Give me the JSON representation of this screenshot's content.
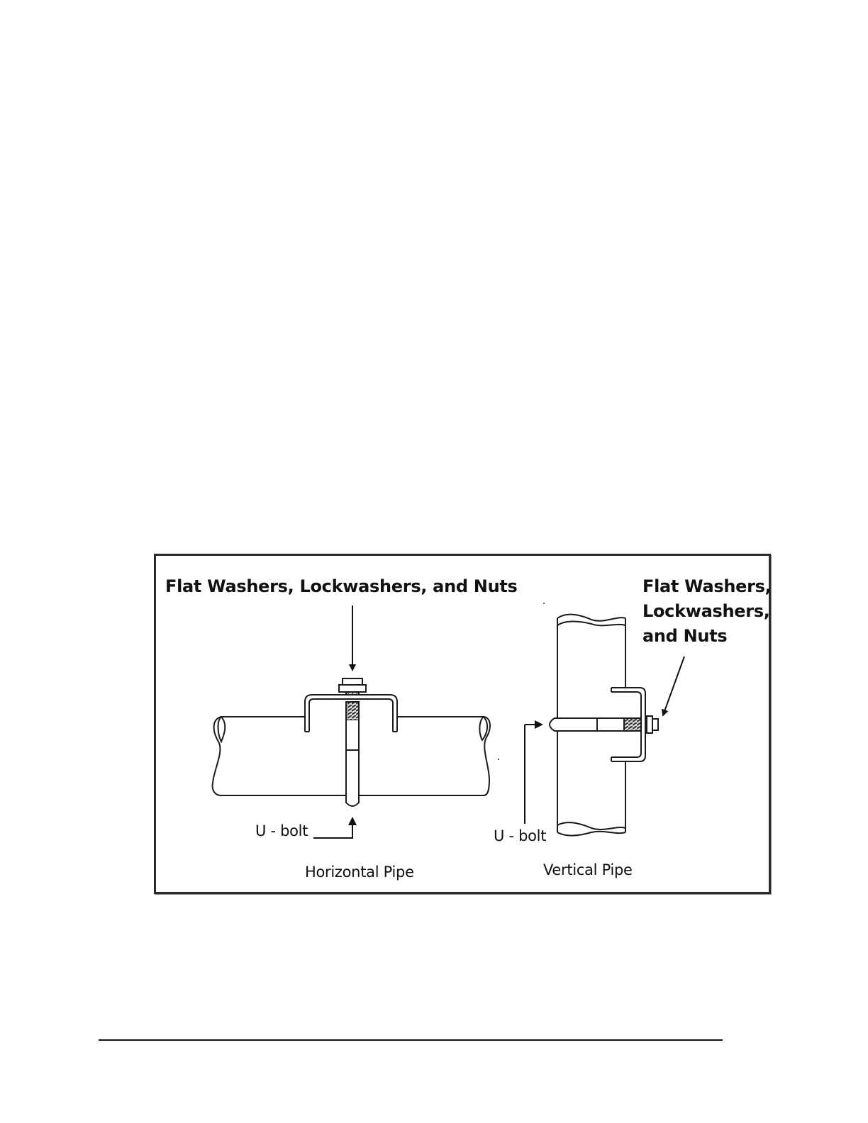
{
  "figure": {
    "horizontal": {
      "top_label": "Flat Washers, Lockwashers, and Nuts",
      "ubolt_label": "U - bolt",
      "caption": "Horizontal Pipe"
    },
    "vertical": {
      "label_lines": [
        "Flat Washers,",
        "Lockwashers,",
        "and Nuts"
      ],
      "ubolt_label": "U - bolt",
      "caption": "Vertical Pipe"
    }
  },
  "colors": {
    "line": "#1a1a1a",
    "frame": "#2a2a2a",
    "thread": "#555555"
  }
}
